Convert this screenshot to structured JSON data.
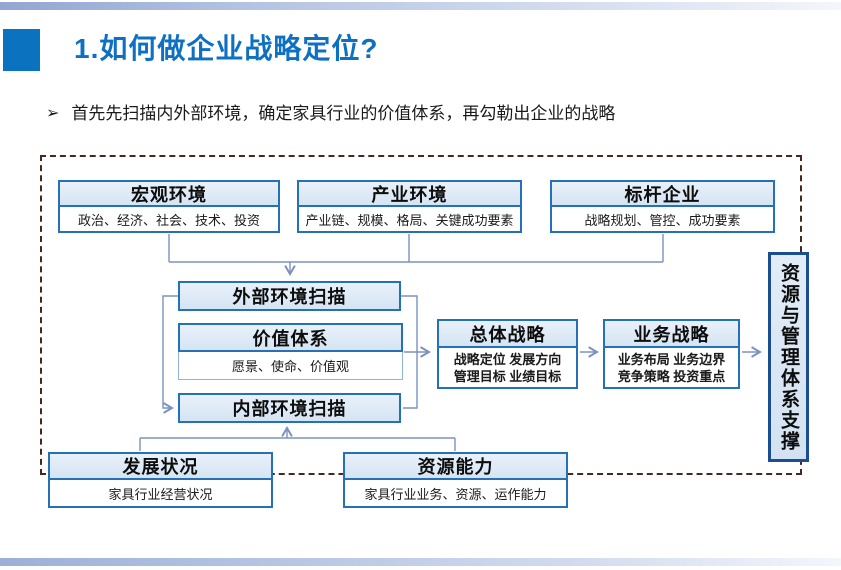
{
  "slide": {
    "title": "1.如何做企业战略定位?",
    "bullet_marker": "➢",
    "bullet": "首先先扫描内外部环境，确定家具行业的价值体系，再勾勒出企业的战略"
  },
  "diagram": {
    "top_boxes": [
      {
        "title": "宏观环境",
        "detail": "政治、经济、社会、技术、投资"
      },
      {
        "title": "产业环境",
        "detail": "产业链、规模、格局、关键成功要素"
      },
      {
        "title": "标杆企业",
        "detail": "战略规划、管控、成功要素"
      }
    ],
    "external_scan": "外部环境扫描",
    "value_system": {
      "title": "价值体系",
      "detail": "愿景、使命、价值观"
    },
    "internal_scan": "内部环境扫描",
    "overall_strategy": {
      "title": "总体战略",
      "detail_line1": "战略定位 发展方向",
      "detail_line2": "管理目标 业绩目标"
    },
    "business_strategy": {
      "title": "业务战略",
      "detail_line1": "业务布局 业务边界",
      "detail_line2": "竞争策略 投资重点"
    },
    "support": "资源与管理体系支撑",
    "bottom_boxes": [
      {
        "title": "发展状况",
        "detail": "家具行业经营状况"
      },
      {
        "title": "资源能力",
        "detail": "家具行业业务、资源、运作能力"
      }
    ]
  },
  "colors": {
    "title_blue": "#0d70c2",
    "box_border_blue": "#2471b8",
    "box_fill_light_blue": "#dbe8f6",
    "support_border_navy": "#1a4e8f",
    "dashed_frame_brown": "#46281e",
    "connector_blue_gray": "#7b92c0",
    "top_bar_periwinkle": "#b3c2e2"
  }
}
